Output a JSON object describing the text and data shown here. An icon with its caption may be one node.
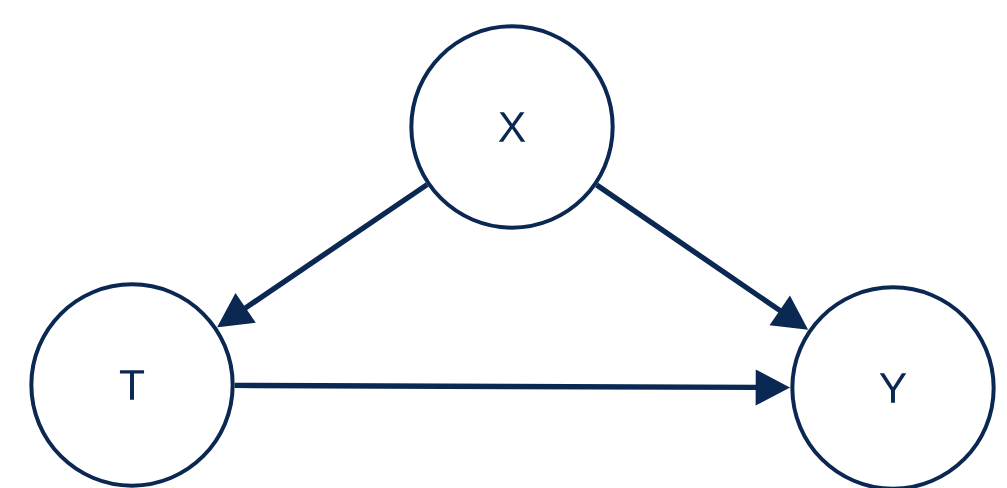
{
  "diagram": {
    "nodes": [
      {
        "text": [
          "X"
        ]
      },
      {
        "text": [
          "T"
        ]
      },
      {
        "text": [
          "Y"
        ]
      }
    ],
    "edges": [
      {
        "from": 0,
        "to": 1,
        "arrow": "to"
      },
      {
        "from": 0,
        "to": 2,
        "arrow": "to"
      },
      {
        "from": 1,
        "to": 2,
        "arrow": "to"
      }
    ]
  }
}
